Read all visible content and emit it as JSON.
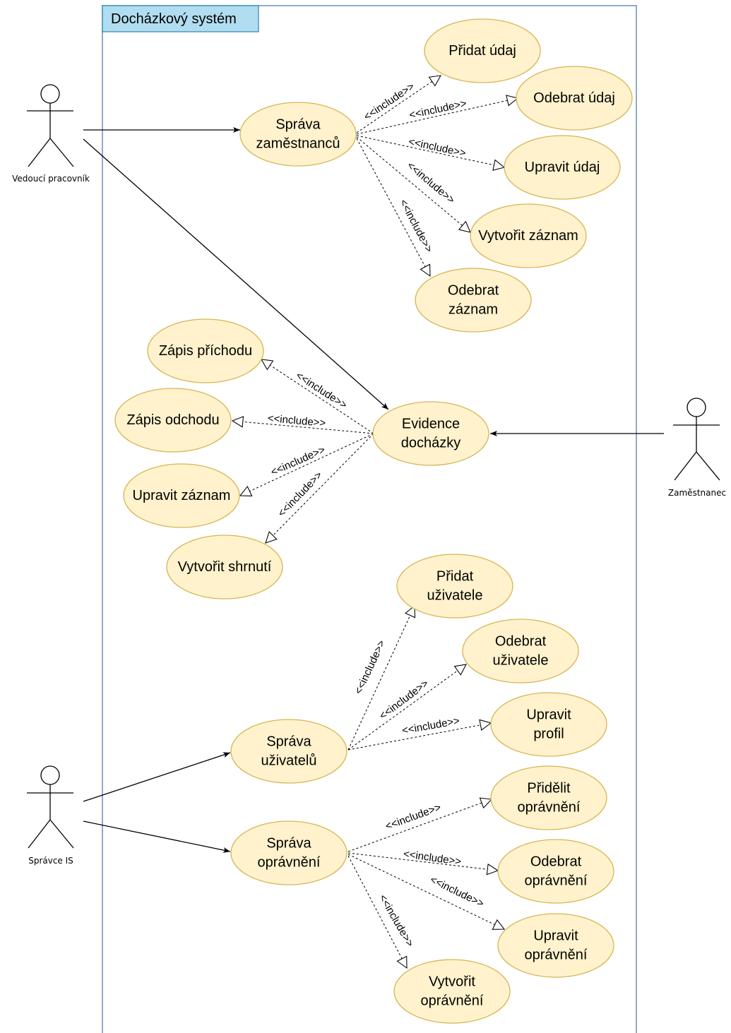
{
  "system": {
    "title": "Docházkový systém"
  },
  "actors": {
    "vedouci": "Vedoucí pracovník",
    "zamestnanec": "Zaměstnanec",
    "spravce": "Správce IS"
  },
  "use_cases": {
    "sprava_zam": [
      "Správa",
      "zaměstnanců"
    ],
    "pridat_udaj": [
      "Přidat údaj"
    ],
    "odebrat_udaj": [
      "Odebrat údaj"
    ],
    "upravit_udaj": [
      "Upravit údaj"
    ],
    "vytvorit_zaznam": [
      "Vytvořit záznam"
    ],
    "odebrat_zaznam": [
      "Odebrat",
      "záznam"
    ],
    "evidence": [
      "Evidence",
      "docházky"
    ],
    "zapis_prichodu": [
      "Zápis příchodu"
    ],
    "zapis_odchodu": [
      "Zápis odchodu"
    ],
    "upravit_zaznam": [
      "Upravit záznam"
    ],
    "vytvorit_shrnuti": [
      "Vytvořit shrnutí"
    ],
    "sprava_uziv": [
      "Správa",
      "uživatelů"
    ],
    "pridat_uziv": [
      "Přidat",
      "uživatele"
    ],
    "odebrat_uziv": [
      "Odebrat",
      "uživatele"
    ],
    "upravit_profil": [
      "Upravit",
      "profil"
    ],
    "sprava_opr": [
      "Správa",
      "oprávnění"
    ],
    "pridelit_opr": [
      "Přidělit",
      "oprávnění"
    ],
    "odebrat_opr": [
      "Odebrat",
      "oprávnění"
    ],
    "upravit_opr": [
      "Upravit",
      "oprávnění"
    ],
    "vytvorit_opr": [
      "Vytvořit",
      "oprávnění"
    ]
  },
  "include_label": "<<include>>",
  "colors": {
    "use_case_fill": "#fff2cc",
    "use_case_stroke": "#d6b656",
    "system_border": "#6c8ebf",
    "system_title_fill": "#b1ddf0",
    "system_title_stroke": "#10739e"
  }
}
